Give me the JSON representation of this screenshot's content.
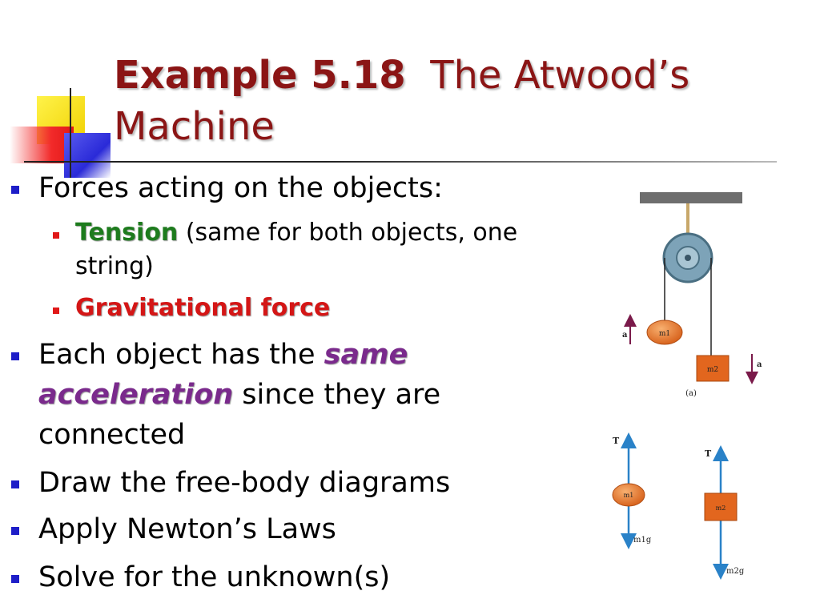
{
  "title": {
    "number": "Example 5.18",
    "name": "The Atwood’s Machine"
  },
  "bullets": [
    {
      "text": "Forces acting on the objects:"
    },
    {
      "emph": "Tension",
      "rest": " (same for both objects, one string)"
    },
    {
      "emph": "Gravitational force"
    },
    {
      "pre": "Each object has the ",
      "emph": "same acceleration",
      "post": " since they are connected"
    },
    {
      "text": "Draw the free-body diagrams"
    },
    {
      "text": "Apply Newton’s Laws"
    },
    {
      "text": "Solve for the unknown(s)"
    }
  ],
  "figure": {
    "mass1_label": "m1",
    "mass2_label": "m2",
    "accel_label": "a",
    "caption": "(a)",
    "tension_label": "T",
    "weight1_label": "m1g",
    "weight2_label": "m2g"
  },
  "colors": {
    "title": "#8b1515",
    "tension": "#1d7b1d",
    "gravity": "#d41616",
    "acceleration": "#7a2a8c",
    "bullet_main": "#1e1ec8",
    "bullet_sub": "#e01818"
  }
}
